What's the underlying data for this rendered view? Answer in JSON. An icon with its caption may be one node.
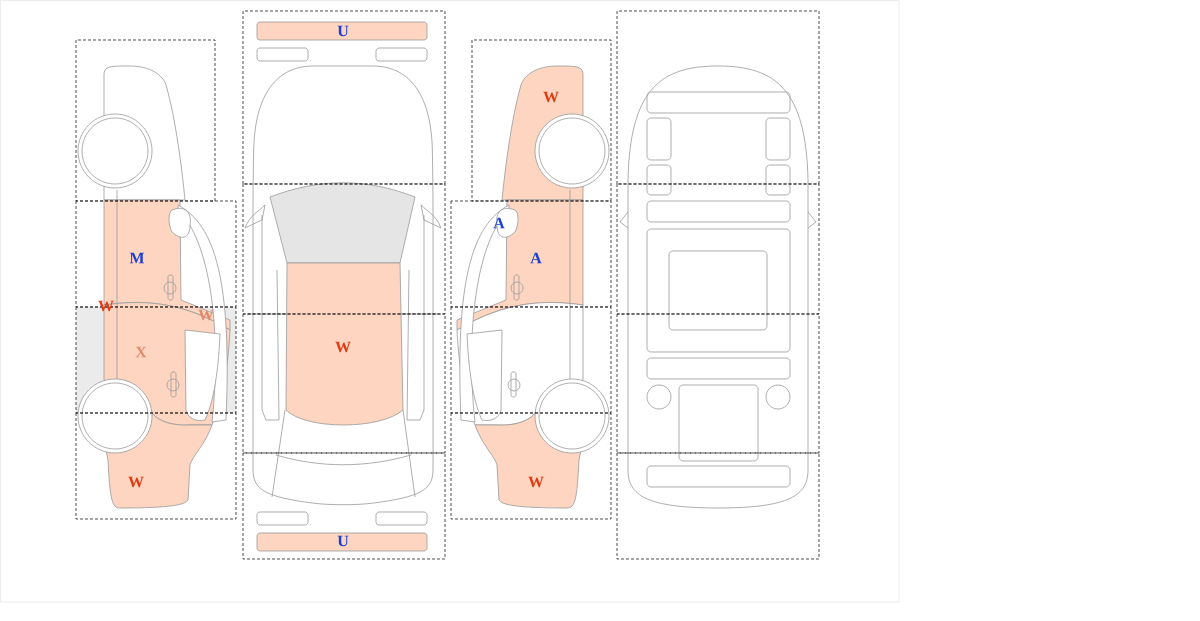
{
  "diagram": {
    "labels": [
      "U",
      "W",
      "A",
      "M",
      "A",
      "W",
      "W",
      "W",
      "X",
      "W",
      "W",
      "U"
    ]
  }
}
